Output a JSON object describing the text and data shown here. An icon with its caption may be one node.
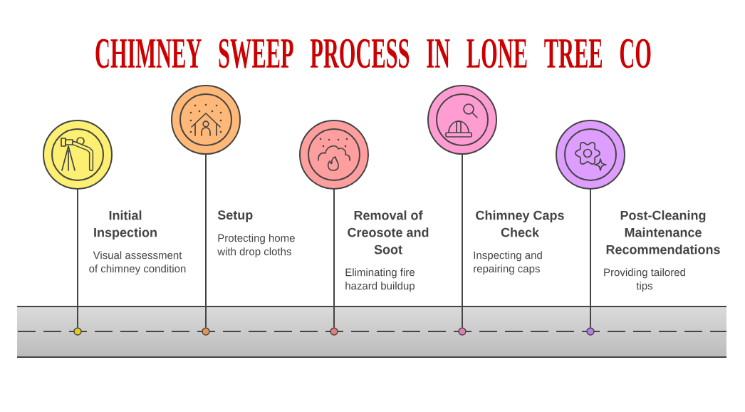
{
  "diagram": {
    "title": "CHIMNEY SWEEP PROCESS IN LONE TREE CO",
    "nodes": [
      {
        "text": [],
        "shape": "circle",
        "beside": [
          "Initial Inspection",
          "Visual assessment of chimney condition"
        ]
      },
      {
        "text": [],
        "shape": "circle",
        "beside": [
          "Setup",
          "Protecting home with drop cloths"
        ]
      },
      {
        "text": [],
        "shape": "circle",
        "beside": [
          "Removal of Creosote and Soot",
          "Eliminating fire hazard buildup"
        ]
      },
      {
        "text": [],
        "shape": "circle",
        "beside": [
          "Chimney Caps Check",
          "Inspecting and repairing caps"
        ]
      },
      {
        "text": [],
        "shape": "circle",
        "beside": [
          "Post-Cleaning Maintenance Recommendations",
          "Providing tailored tips"
        ]
      },
      {
        "text": [],
        "shape": "circle"
      },
      {
        "text": [],
        "shape": "circle"
      },
      {
        "text": [],
        "shape": "circle"
      },
      {
        "text": [],
        "shape": "circle"
      },
      {
        "text": [],
        "shape": "circle"
      }
    ],
    "edges": [
      {
        "from": 0,
        "to": 5,
        "arrow": "none"
      },
      {
        "from": 1,
        "to": 6,
        "arrow": "none"
      },
      {
        "from": 2,
        "to": 7,
        "arrow": "none"
      },
      {
        "from": 3,
        "to": 8,
        "arrow": "none"
      },
      {
        "from": 4,
        "to": 9,
        "arrow": "none"
      }
    ]
  }
}
